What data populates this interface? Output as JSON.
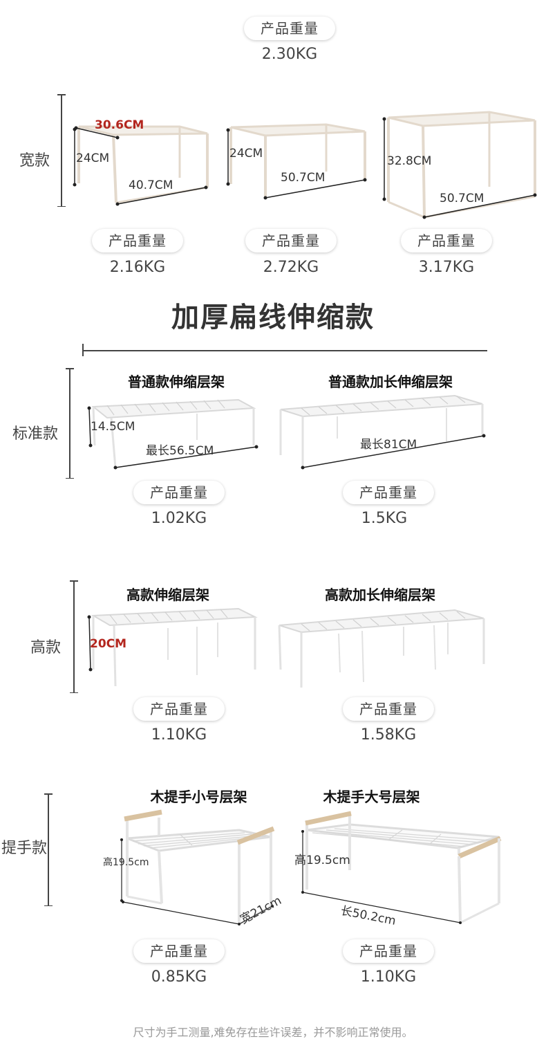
{
  "top": {
    "weight_label": "产品重量",
    "weight": "2.30KG"
  },
  "wide": {
    "row_label": "宽款",
    "items": [
      {
        "dims": [
          "30.6CM",
          "24CM",
          "40.7CM"
        ],
        "weight_label": "产品重量",
        "weight": "2.16KG"
      },
      {
        "dims": [
          "24CM",
          "50.7CM"
        ],
        "weight_label": "产品重量",
        "weight": "2.72KG"
      },
      {
        "dims": [
          "32.8CM",
          "50.7CM"
        ],
        "weight_label": "产品重量",
        "weight": "3.17KG"
      }
    ]
  },
  "section_title": "加厚扁线伸缩款",
  "standard": {
    "row_label": "标准款",
    "items": [
      {
        "title": "普通款伸缩层架",
        "dims": [
          "14.5CM",
          "最长56.5CM"
        ],
        "weight_label": "产品重量",
        "weight": "1.02KG"
      },
      {
        "title": "普通款加长伸缩层架",
        "dims": [
          "最长81CM"
        ],
        "weight_label": "产品重量",
        "weight": "1.5KG"
      }
    ]
  },
  "tall": {
    "row_label": "高款",
    "items": [
      {
        "title": "高款伸缩层架",
        "dims": [
          "20CM"
        ],
        "weight_label": "产品重量",
        "weight": "1.10KG"
      },
      {
        "title": "高款加长伸缩层架",
        "weight_label": "产品重量",
        "weight": "1.58KG"
      }
    ]
  },
  "handle": {
    "row_label": "提手款",
    "items": [
      {
        "title": "木提手小号层架",
        "dims": [
          "高19.5cm",
          "宽21cm"
        ],
        "weight_label": "产品重量",
        "weight": "0.85KG"
      },
      {
        "title": "木提手大号层架",
        "dims": [
          "高19.5cm",
          "长50.2cm"
        ],
        "weight_label": "产品重量",
        "weight": "1.10KG"
      }
    ]
  },
  "footer": "尺寸为手工测量,难免存在些许误差，并不影响正常使用。",
  "colors": {
    "red": "#b3261e",
    "frame": "#e8e0d4",
    "wood": "#d9c2a0"
  }
}
